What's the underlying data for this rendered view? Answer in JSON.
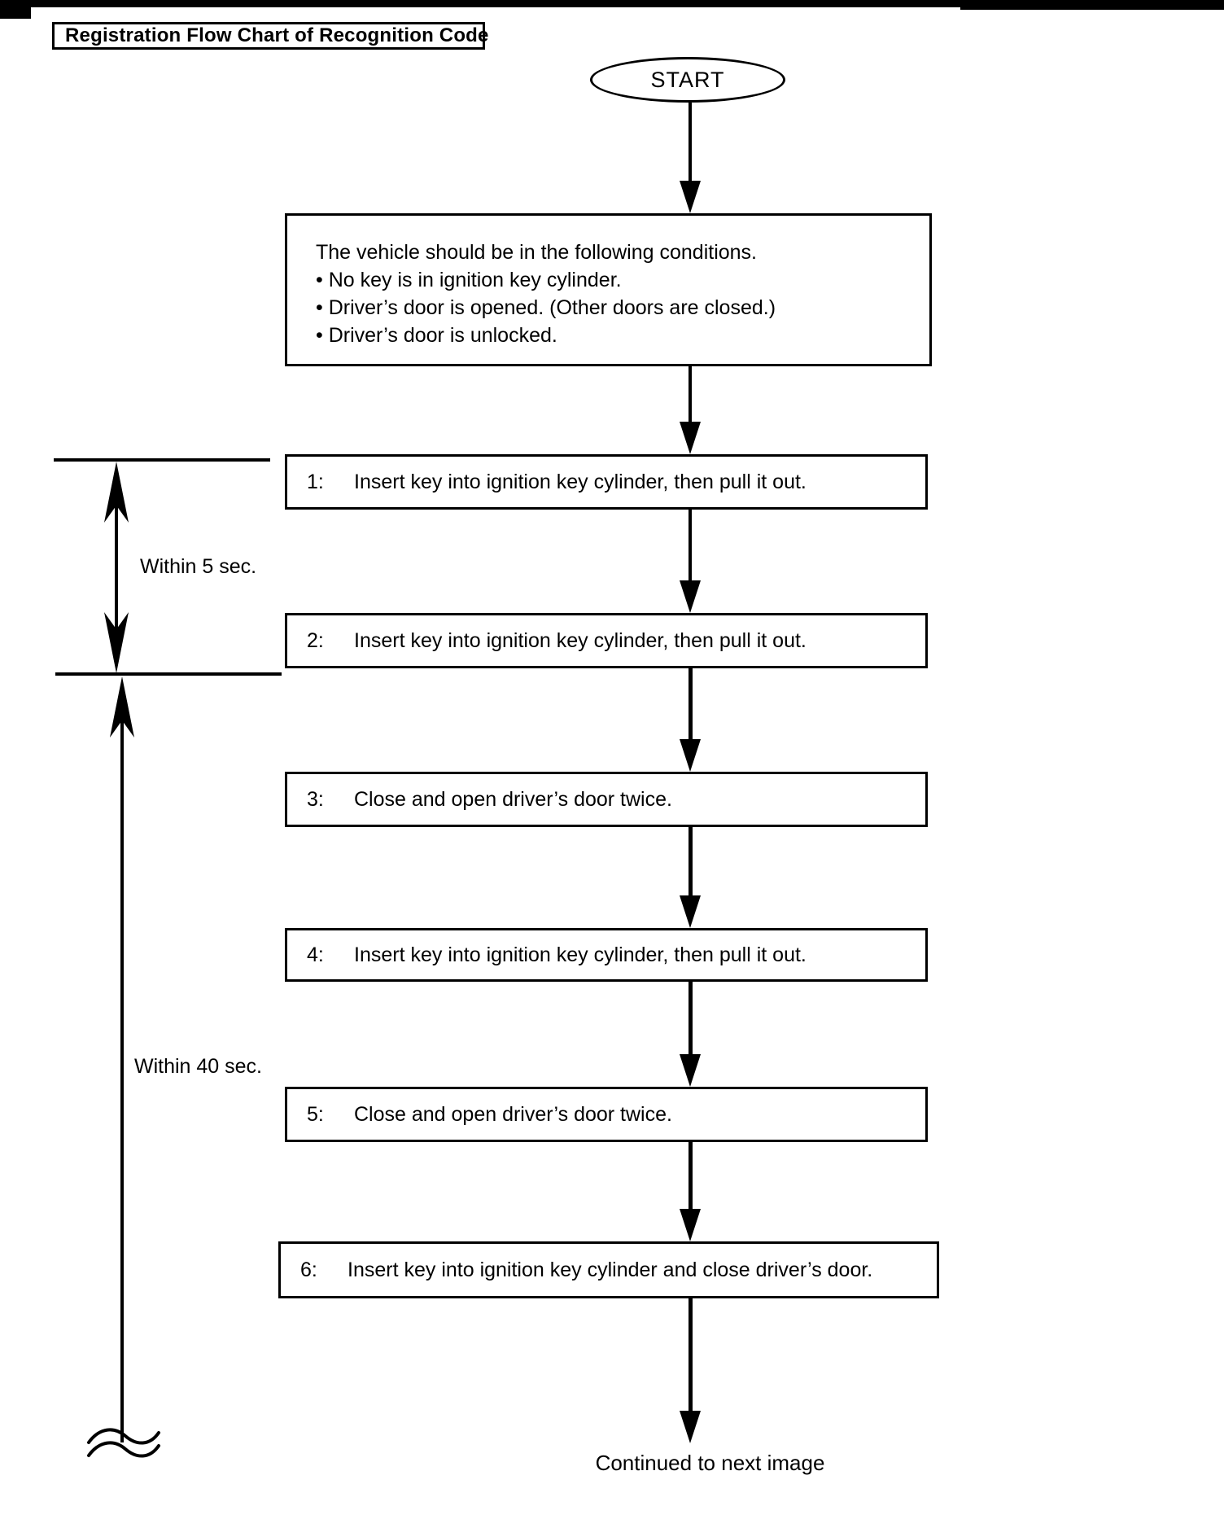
{
  "page": {
    "title": "Registration Flow Chart of Recognition Code",
    "footer": "Continued to next image"
  },
  "flow": {
    "start_label": "START",
    "conditions": {
      "intro": "The vehicle should be in the following conditions.",
      "bullets": [
        "• No key is in ignition key cylinder.",
        "• Driver’s door is opened. (Other doors are closed.)",
        "• Driver’s door is unlocked."
      ]
    },
    "steps": [
      {
        "num": "1:",
        "text": "Insert key into ignition key cylinder, then pull it out."
      },
      {
        "num": "2:",
        "text": "Insert key into ignition key cylinder, then pull it out."
      },
      {
        "num": "3:",
        "text": "Close and open driver’s door twice."
      },
      {
        "num": "4:",
        "text": "Insert key into ignition key cylinder, then pull it out."
      },
      {
        "num": "5:",
        "text": "Close and open driver’s door twice."
      },
      {
        "num": "6:",
        "text": "Insert key into ignition key cylinder and close driver’s door."
      }
    ]
  },
  "timeline": {
    "span1_label": "Within 5 sec.",
    "span2_label": "Within 40 sec."
  },
  "colors": {
    "ink": "#000000",
    "paper": "#ffffff"
  }
}
